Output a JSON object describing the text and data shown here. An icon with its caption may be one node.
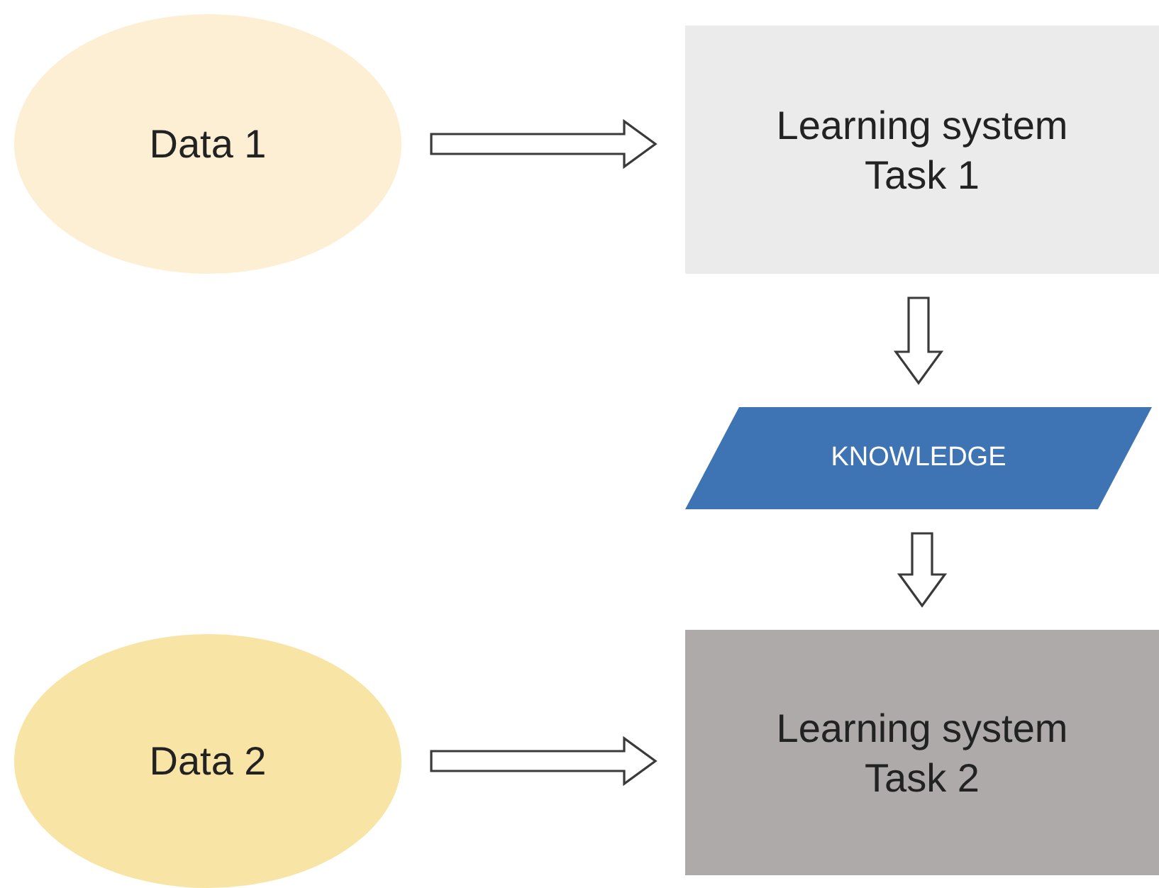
{
  "diagram": {
    "nodes": [
      {
        "text": [
          "Data 1"
        ]
      },
      {
        "text": [
          "Learning system Task 1"
        ]
      },
      {
        "text": [
          "KNOWLEDGE"
        ]
      },
      {
        "text": [
          "Data 2"
        ]
      },
      {
        "text": [
          "Learning system Task 2"
        ]
      }
    ],
    "edges": [
      {
        "from": 0,
        "to": 1,
        "arrow": "to"
      },
      {
        "from": 1,
        "to": 2,
        "arrow": "to"
      },
      {
        "from": 2,
        "to": 4,
        "arrow": "to"
      },
      {
        "from": 3,
        "to": 4,
        "arrow": "to"
      }
    ]
  }
}
